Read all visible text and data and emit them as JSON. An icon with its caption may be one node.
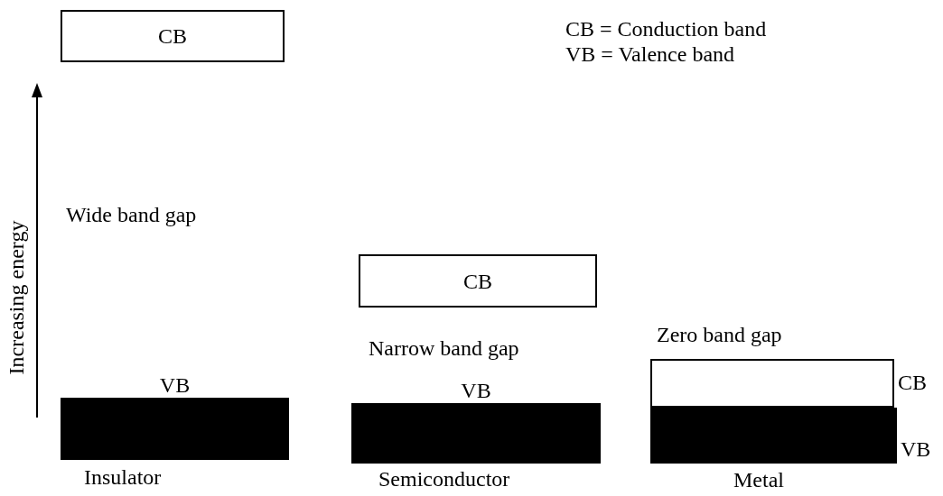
{
  "diagram": {
    "nodes": [
      {
        "text": [
          "CB"
        ]
      },
      {
        "text": [
          "VB"
        ],
        "beside": [
          "Insulator"
        ]
      },
      {
        "text": [
          "CB"
        ]
      },
      {
        "text": [
          "VB"
        ],
        "beside": [
          "Semiconductor"
        ]
      },
      {
        "text": [
          "CB"
        ]
      },
      {
        "text": [
          "VB"
        ],
        "beside": [
          "Metal"
        ]
      }
    ],
    "labels": [
      "CB = Conduction band",
      "VB = Valence band",
      "Increasing energy",
      "Wide band gap",
      "Narrow band gap",
      "Zero band gap"
    ]
  }
}
